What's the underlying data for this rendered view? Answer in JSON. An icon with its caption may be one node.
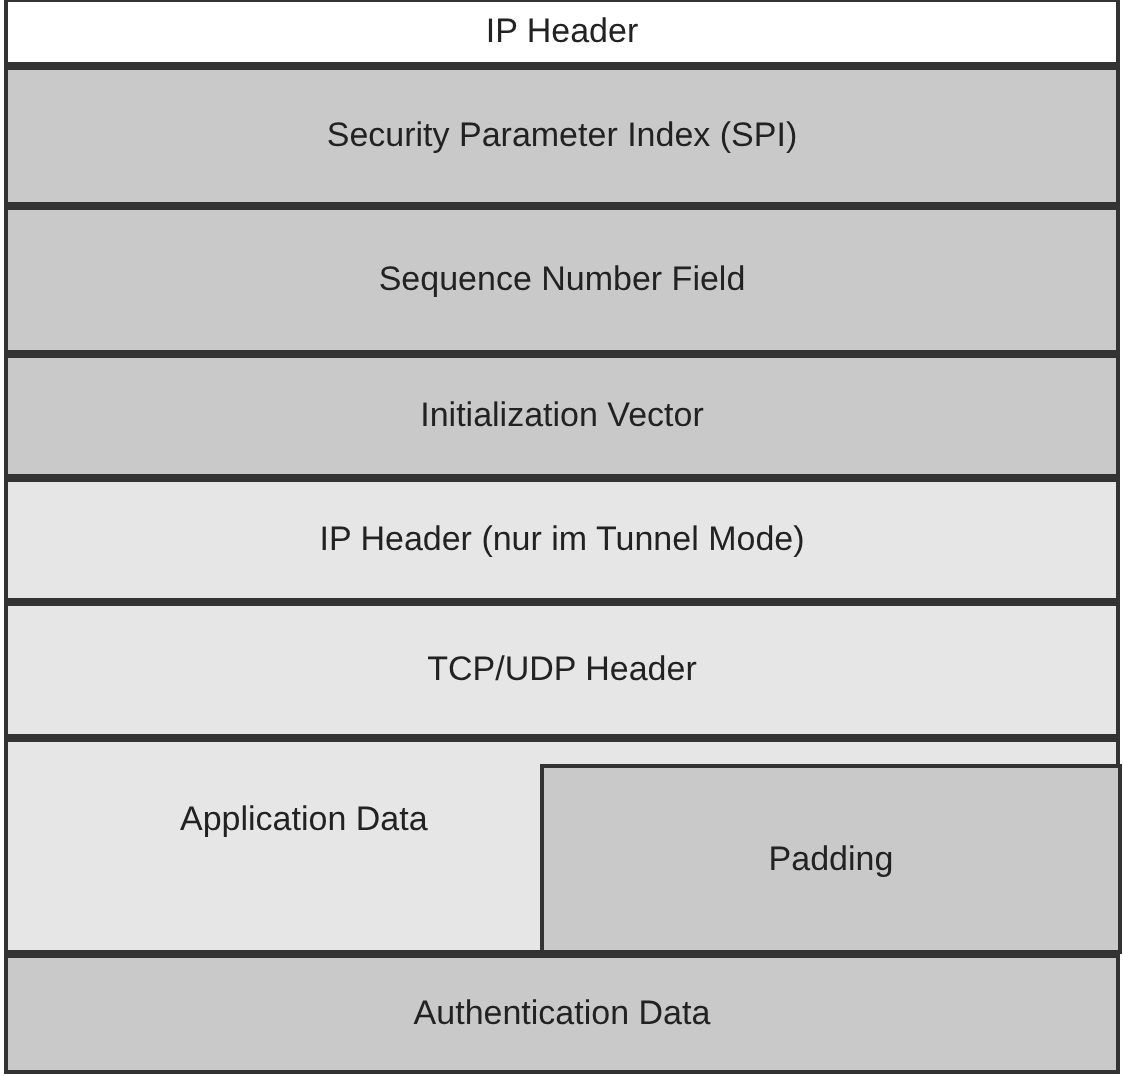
{
  "diagram": {
    "nodes": [
      {
        "text": [
          "IP Header"
        ]
      },
      {
        "text": [
          "Security Parameter Index (SPI)"
        ]
      },
      {
        "text": [
          "Sequence Number Field"
        ]
      },
      {
        "text": [
          "Initialization Vector"
        ]
      },
      {
        "text": [
          "IP Header (nur im Tunnel Mode)"
        ]
      },
      {
        "text": [
          "TCP/UDP Header"
        ]
      },
      {
        "text": [
          "Application Data"
        ]
      },
      {
        "text": [
          "Padding"
        ],
        "in": 6
      },
      {
        "text": [
          "Authentication Data"
        ]
      }
    ]
  }
}
